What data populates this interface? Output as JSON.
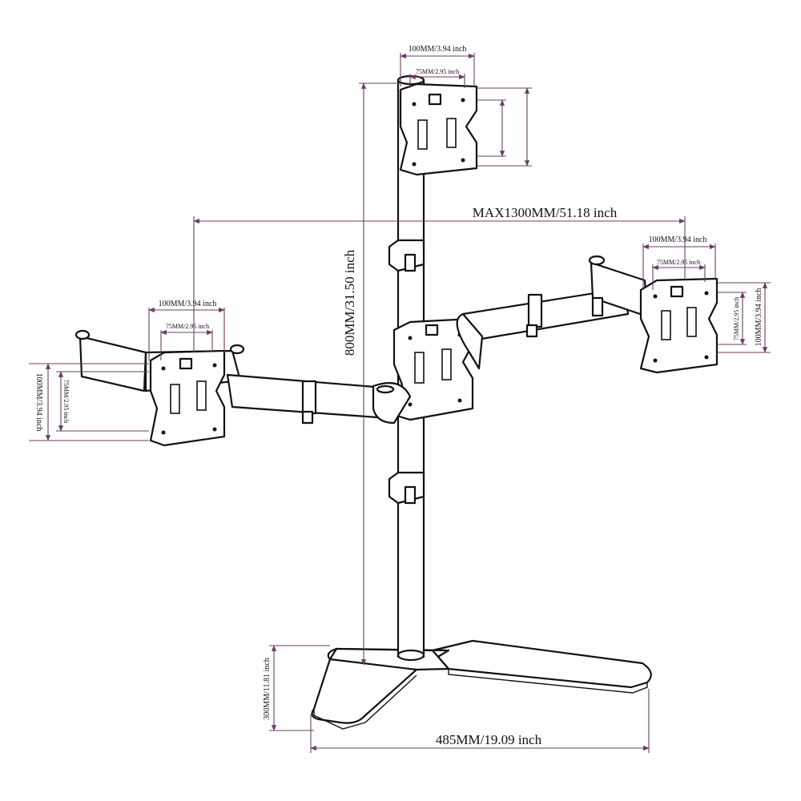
{
  "labels": {
    "top_outer": "100MM/3.94 inch",
    "top_inner": "75MM/2.95 inch",
    "max_span": "MAX1300MM/51.18 inch",
    "pole_height": "800MM/31.50 inch",
    "left_outer": "100MM/3.94 inch",
    "left_inner": "75MM/2.95 inch",
    "left_v_outer": "100MM/3.94 inch",
    "left_v_inner": "75MM/2.95 inch",
    "right_outer": "100MM/3.94 inch",
    "right_inner": "75MM/2.95 inch",
    "right_v_inner": "75MM/2.95 inch",
    "right_v_outer": "100MM/3.94 inch",
    "base_height": "300MM/11.81 inch",
    "base_width": "485MM/19.09 inch"
  },
  "colors": {
    "dimension_line": "#6a3f66",
    "outline": "#111111"
  }
}
